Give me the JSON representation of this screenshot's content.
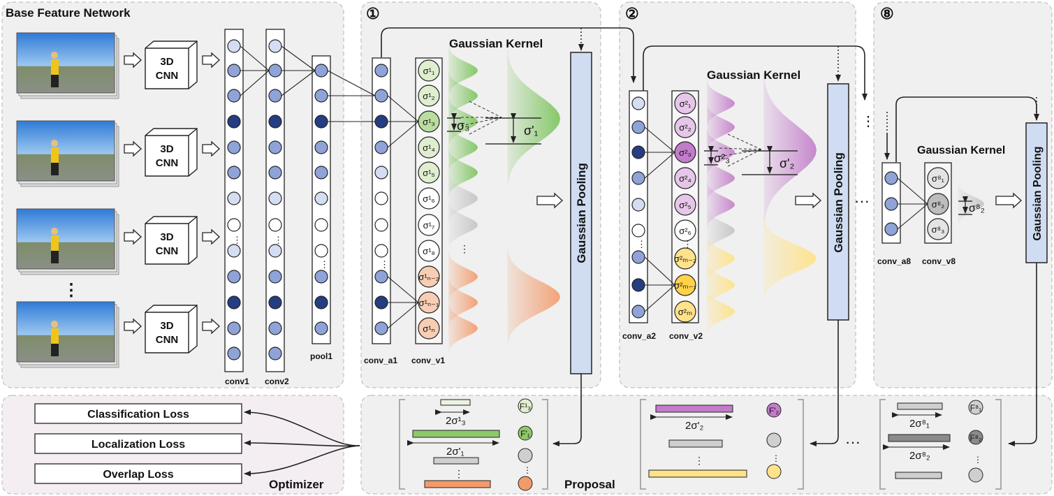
{
  "panels": {
    "base": "Base Feature Network",
    "stage1": "①",
    "stage2": "②",
    "stage8": "⑧",
    "optimizer": "Optimizer",
    "proposal": "Proposal"
  },
  "base_network": {
    "cnn_line1": "3D",
    "cnn_line2": "CNN",
    "conv1": "conv1",
    "conv2": "conv2",
    "pool1": "pool1",
    "frames_ellipsis": "⋮"
  },
  "stage1": {
    "kernel_title": "Gaussian Kernel",
    "conv_a": "conv_a1",
    "conv_v": "conv_v1",
    "pool_label": "Gaussian Pooling",
    "sigma_small": "σ₃",
    "sigma_big": "σ'₁",
    "sigmas": [
      "σ¹₁",
      "σ¹₂",
      "σ¹₃",
      "σ¹₄",
      "σ¹₅",
      "σ¹₆",
      "σ¹₇",
      "σ¹₈",
      "σ¹ₙ₋₂",
      "σ¹ₙ₋₁",
      "σ¹ₙ"
    ]
  },
  "stage2": {
    "kernel_title": "Gaussian Kernel",
    "conv_a": "conv_a2",
    "conv_v": "conv_v2",
    "pool_label": "Gaussian Pooling",
    "sigma_small": "σ²₃",
    "sigma_big": "σ'₂",
    "sigmas": [
      "σ²₁",
      "σ²₂",
      "σ²₃",
      "σ²₄",
      "σ²₅",
      "σ²₆",
      "σ²ₘ₋₂",
      "σ²ₘ₋₁",
      "σ²ₘ"
    ]
  },
  "stage8": {
    "kernel_title": "Gaussian Kernel",
    "conv_a": "conv_a8",
    "conv_v": "conv_v8",
    "pool_label": "Gaussian Pooling",
    "sigma_small": "σ⁸₂",
    "sigmas": [
      "σ⁸₁",
      "σ⁸₂",
      "σ⁸₃"
    ]
  },
  "losses": {
    "classification": "Classification Loss",
    "localization": "Localization Loss",
    "overlap": "Overlap Loss"
  },
  "proposals": {
    "p1_top": "2σ¹₃",
    "p1_mid": "2σ'₁",
    "p1_f_top": "F¹₃",
    "p1_f_mid": "F'₁",
    "p2_top": "2σ'₂",
    "p2_f_top": "F'₂",
    "p8_top": "2σ⁸₁",
    "p8_mid": "2σ⁸₂",
    "p8_f_top": "F⁸₁",
    "p8_f_mid": "F⁸₂"
  },
  "ellipsis_h": "···",
  "ellipsis_v": "⋮",
  "colors": {
    "panel_bg": "#f0f0f0",
    "panel_border": "#b5b5b5",
    "optimizer_bg": "#f4eef3",
    "node_light": "#d4ddf2",
    "node_mid": "#8fa3d8",
    "node_dark": "#253d82",
    "pool_fill": "#d0dcf2",
    "green": "#7ac35a",
    "orange": "#f29a6a",
    "purple": "#c27cc9",
    "yellow": "#ffe289",
    "gray": "#bdbdbd"
  }
}
